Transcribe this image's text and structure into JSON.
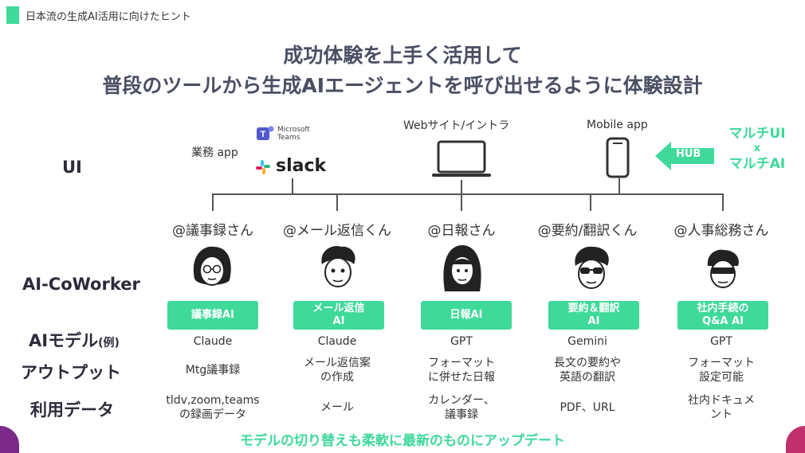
{
  "header": {
    "label": "日本流の生成AI活用に向けたヒント"
  },
  "title": {
    "line1": "成功体験を上手く活用して",
    "line2": "普段のツールから生成AIエージェントを呼び出せるように体験設計"
  },
  "row_labels": {
    "ui": "UI",
    "coworker": "AI-CoWorker",
    "model": "AIモデル",
    "model_suffix": "(例)",
    "output": "アウトプット",
    "data": "利用データ"
  },
  "ui": {
    "business_app_label": "業務 app",
    "teams_label": "Microsoft\nTeams",
    "slack_label": "slack",
    "web_label": "Webサイト/イントラ",
    "mobile_label": "Mobile app",
    "hub_label": "HUB",
    "multi_ui": "マルチUI",
    "x": "x",
    "multi_ai": "マルチAI"
  },
  "workers": [
    {
      "handle": "@議事録さん",
      "badge": "議事録AI",
      "model": "Claude",
      "output": "Mtg議事録",
      "data": "tldv,zoom,teams\nの録画データ"
    },
    {
      "handle": "@メール返信くん",
      "badge": "メール返信\nAI",
      "model": "Claude",
      "output": "メール返信案\nの作成",
      "data": "メール"
    },
    {
      "handle": "@日報さん",
      "badge": "日報AI",
      "model": "GPT",
      "output": "フォーマット\nに併せた日報",
      "data": "カレンダー、\n議事録"
    },
    {
      "handle": "@要約/翻訳くん",
      "badge": "要約＆翻訳\nAI",
      "model": "Gemini",
      "output": "長文の要約や\n英語の翻訳",
      "data": "PDF、URL"
    },
    {
      "handle": "@人事総務さん",
      "badge": "社内手続の\nQ&A AI",
      "model": "GPT",
      "output": "フォーマット\n設定可能",
      "data": "社内ドキュメ\nント"
    }
  ],
  "footer": "モデルの切り替えも柔軟に最新のものにアップデート",
  "colors": {
    "accent": "#3fd99a",
    "title": "#4a4f63",
    "teams": "#5059c9"
  }
}
